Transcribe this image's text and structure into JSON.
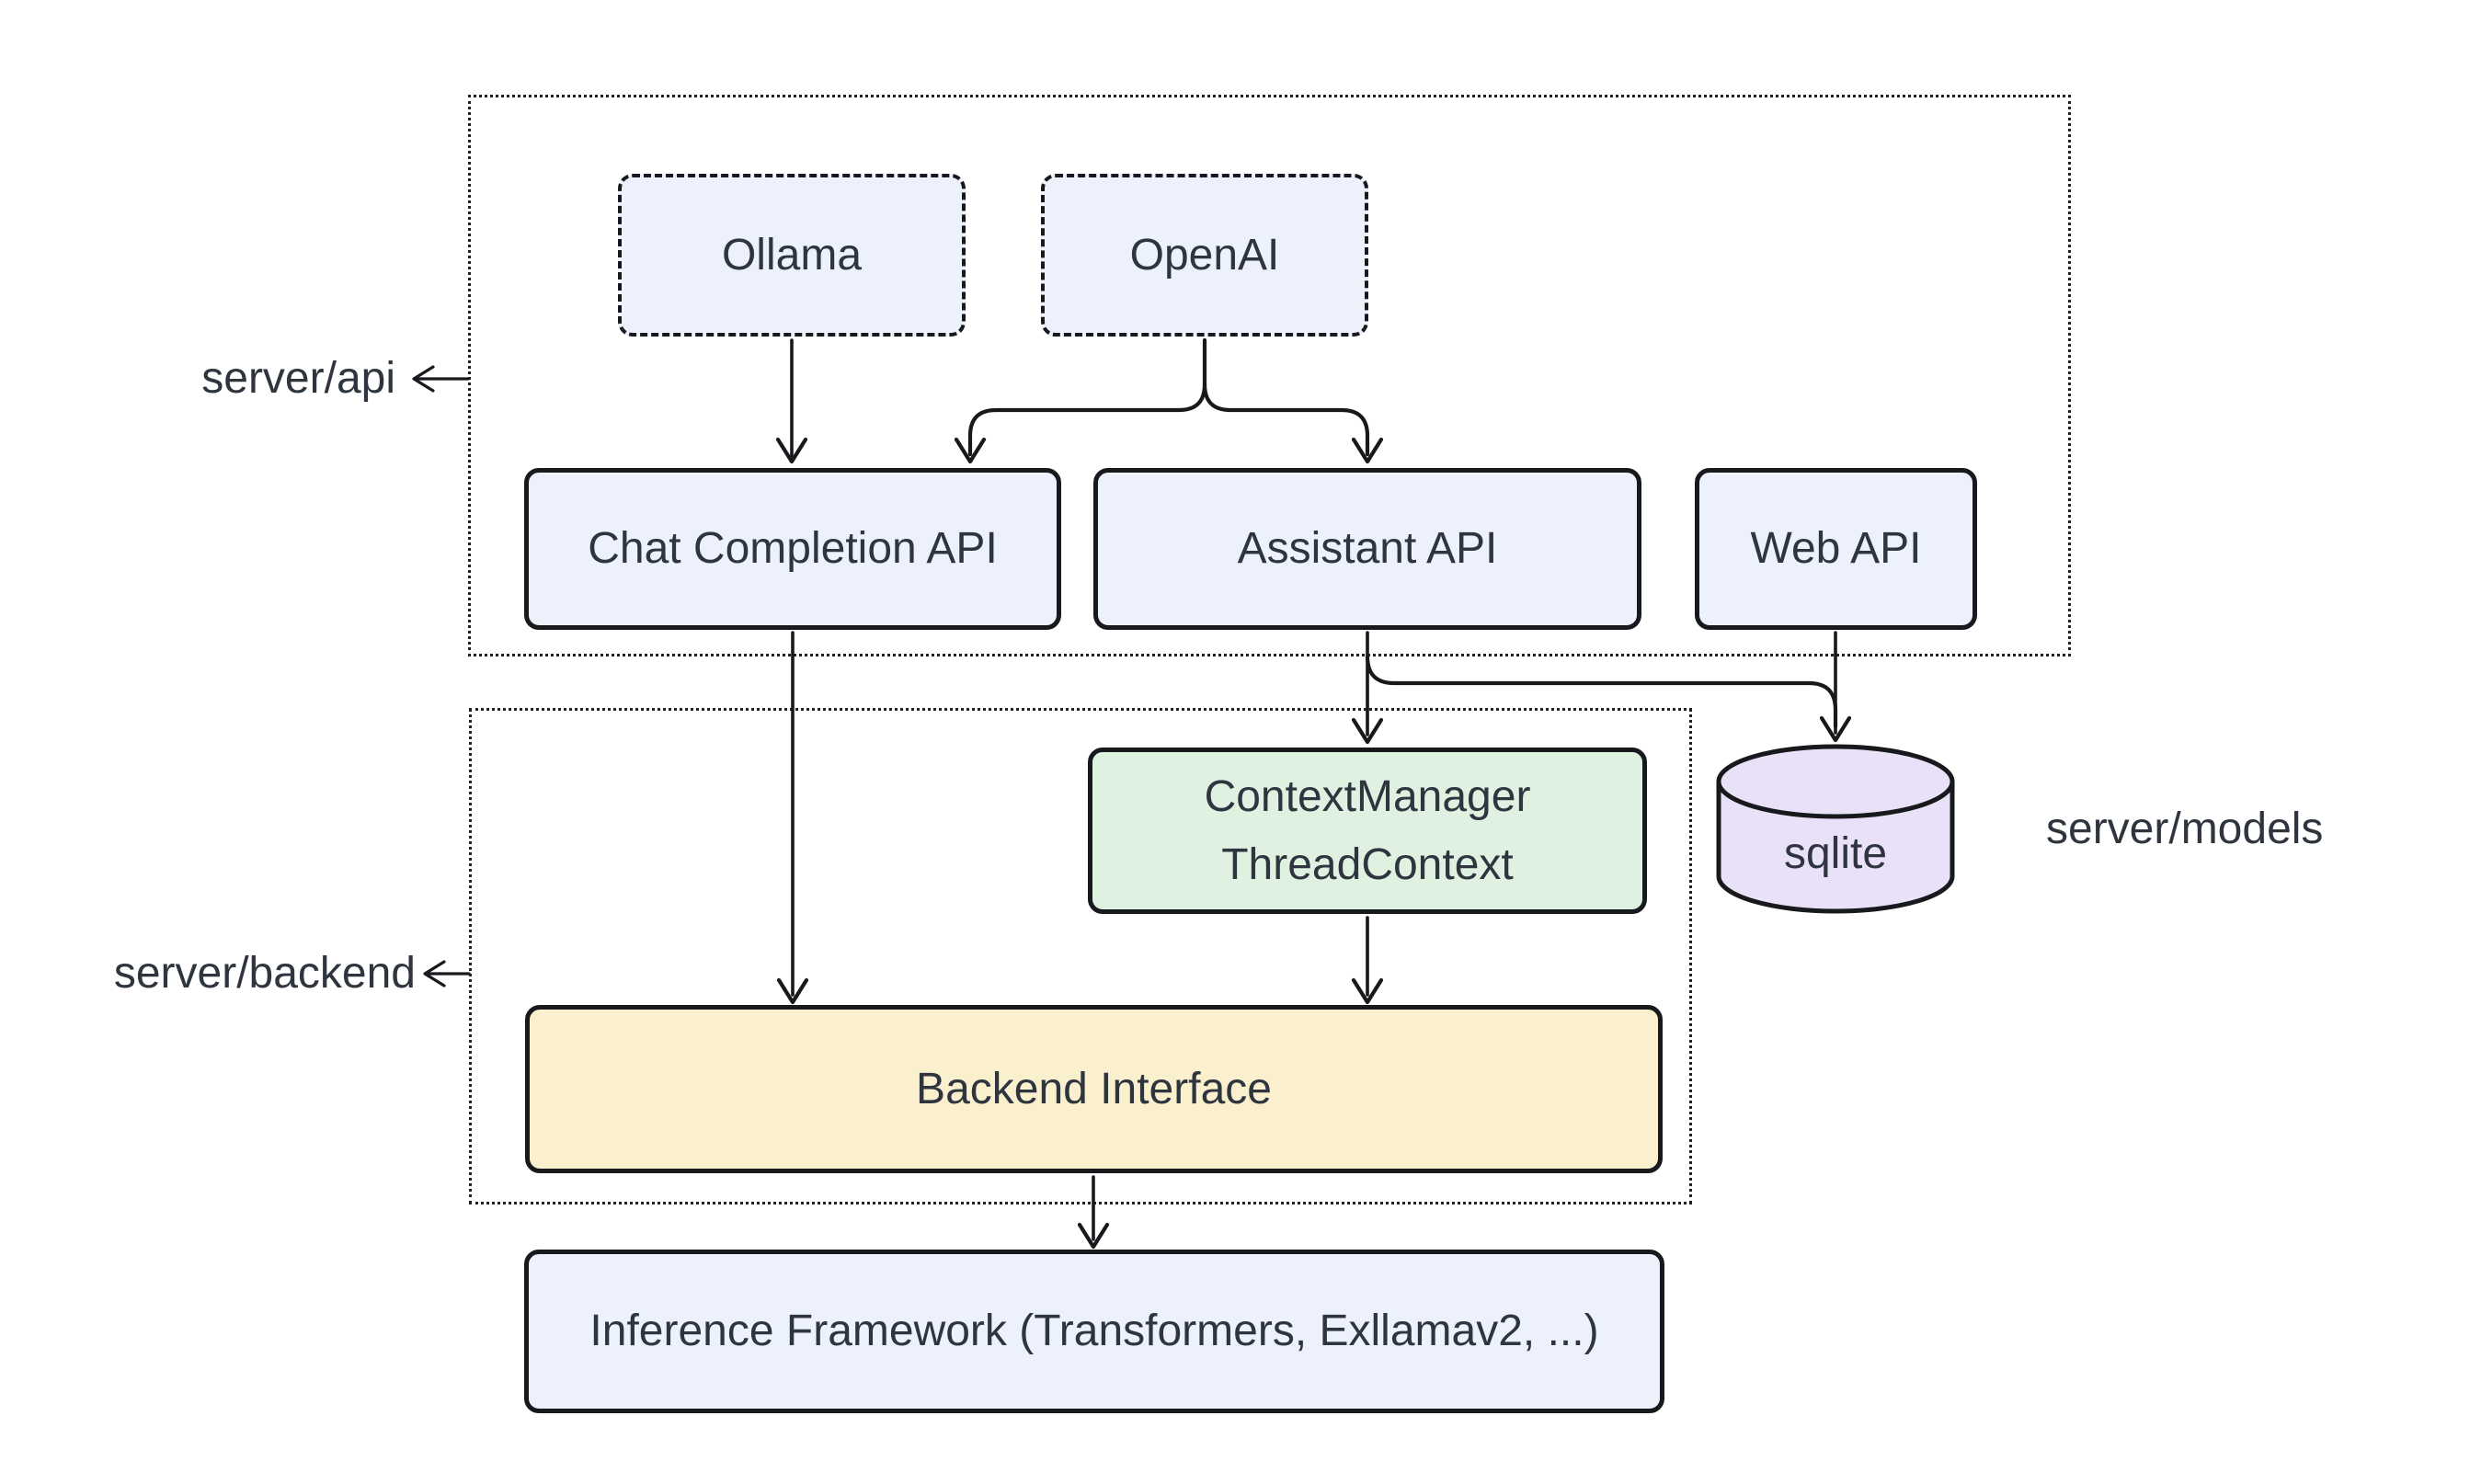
{
  "diagram": {
    "groups": {
      "api": {
        "label": "server/api"
      },
      "backend": {
        "label": "server/backend"
      },
      "models": {
        "label": "server/models"
      }
    },
    "nodes": {
      "ollama": {
        "label": "Ollama",
        "fill": "#edf1fb",
        "border": "dashed"
      },
      "openai": {
        "label": "OpenAI",
        "fill": "#edf1fb",
        "border": "dashed"
      },
      "chat_completion_api": {
        "label": "Chat Completion API",
        "fill": "#edf1fb",
        "border": "solid"
      },
      "assistant_api": {
        "label": "Assistant API",
        "fill": "#edf1fb",
        "border": "solid"
      },
      "web_api": {
        "label": "Web API",
        "fill": "#edf1fb",
        "border": "solid"
      },
      "context_manager": {
        "lines": [
          "ContextManager",
          "ThreadContext"
        ],
        "fill": "#dff2e2",
        "border": "solid"
      },
      "sqlite": {
        "label": "sqlite",
        "fill": "#e9e1f7",
        "shape": "cylinder"
      },
      "backend_interface": {
        "label": "Backend Interface",
        "fill": "#fbf0ce",
        "border": "solid"
      },
      "inference_framework": {
        "label": "Inference Framework (Transformers, Exllamav2, ...)",
        "fill": "#edf1fb",
        "border": "solid"
      }
    },
    "edges": [
      {
        "from": "Ollama",
        "to": "Chat Completion API"
      },
      {
        "from": "OpenAI",
        "to": "Chat Completion API"
      },
      {
        "from": "OpenAI",
        "to": "Assistant API"
      },
      {
        "from": "Chat Completion API",
        "to": "Backend Interface"
      },
      {
        "from": "Assistant API",
        "to": "ContextManager ThreadContext"
      },
      {
        "from": "Assistant API",
        "to": "sqlite"
      },
      {
        "from": "Web API",
        "to": "sqlite"
      },
      {
        "from": "ContextManager ThreadContext",
        "to": "Backend Interface"
      },
      {
        "from": "Backend Interface",
        "to": "Inference Framework (Transformers, Exllamav2, ...)"
      }
    ],
    "colors": {
      "node_blue": "#edf1fb",
      "node_green": "#dff2e2",
      "node_yellow": "#fbf0ce",
      "node_purple": "#e9e1f7",
      "stroke": "#17191c",
      "text": "#2e353e",
      "background": "#ffffff"
    }
  }
}
